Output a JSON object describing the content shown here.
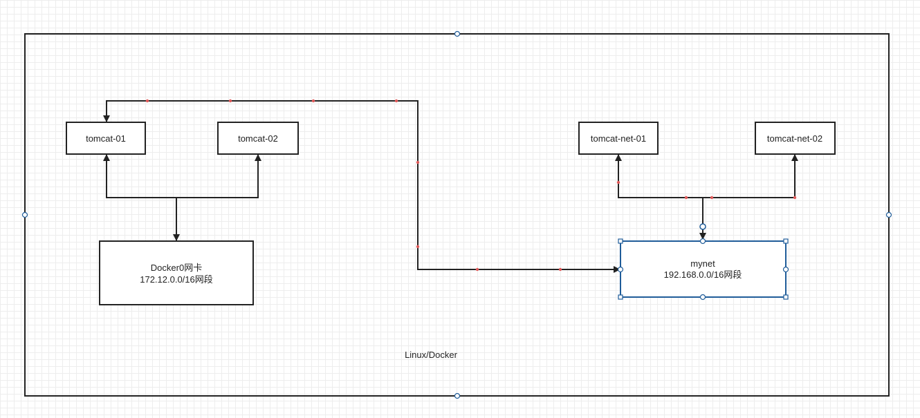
{
  "container": {
    "label": "Linux/Docker"
  },
  "nodes": {
    "tomcat_01": {
      "label": "tomcat-01"
    },
    "tomcat_02": {
      "label": "tomcat-02"
    },
    "tomcat_net_01": {
      "label": "tomcat-net-01"
    },
    "tomcat_net_02": {
      "label": "tomcat-net-02"
    },
    "docker0": {
      "line1": "Docker0网卡",
      "line2": "172.12.0.0/16网段"
    },
    "mynet": {
      "line1": "mynet",
      "line2": "192.168.0.0/16网段"
    }
  },
  "colors": {
    "stroke": "#222222",
    "selection": "#1f5c99",
    "handle_fill": "#ffffff",
    "waypoint": "#e05a5a",
    "grid": "#ededed"
  }
}
